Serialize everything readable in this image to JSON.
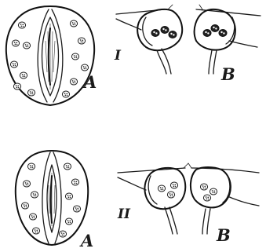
{
  "figure": {
    "rows": [
      {
        "roman": "I",
        "label_a": "A",
        "label_b": "B"
      },
      {
        "roman": "II",
        "label_a": "A",
        "label_b": "B"
      }
    ]
  }
}
